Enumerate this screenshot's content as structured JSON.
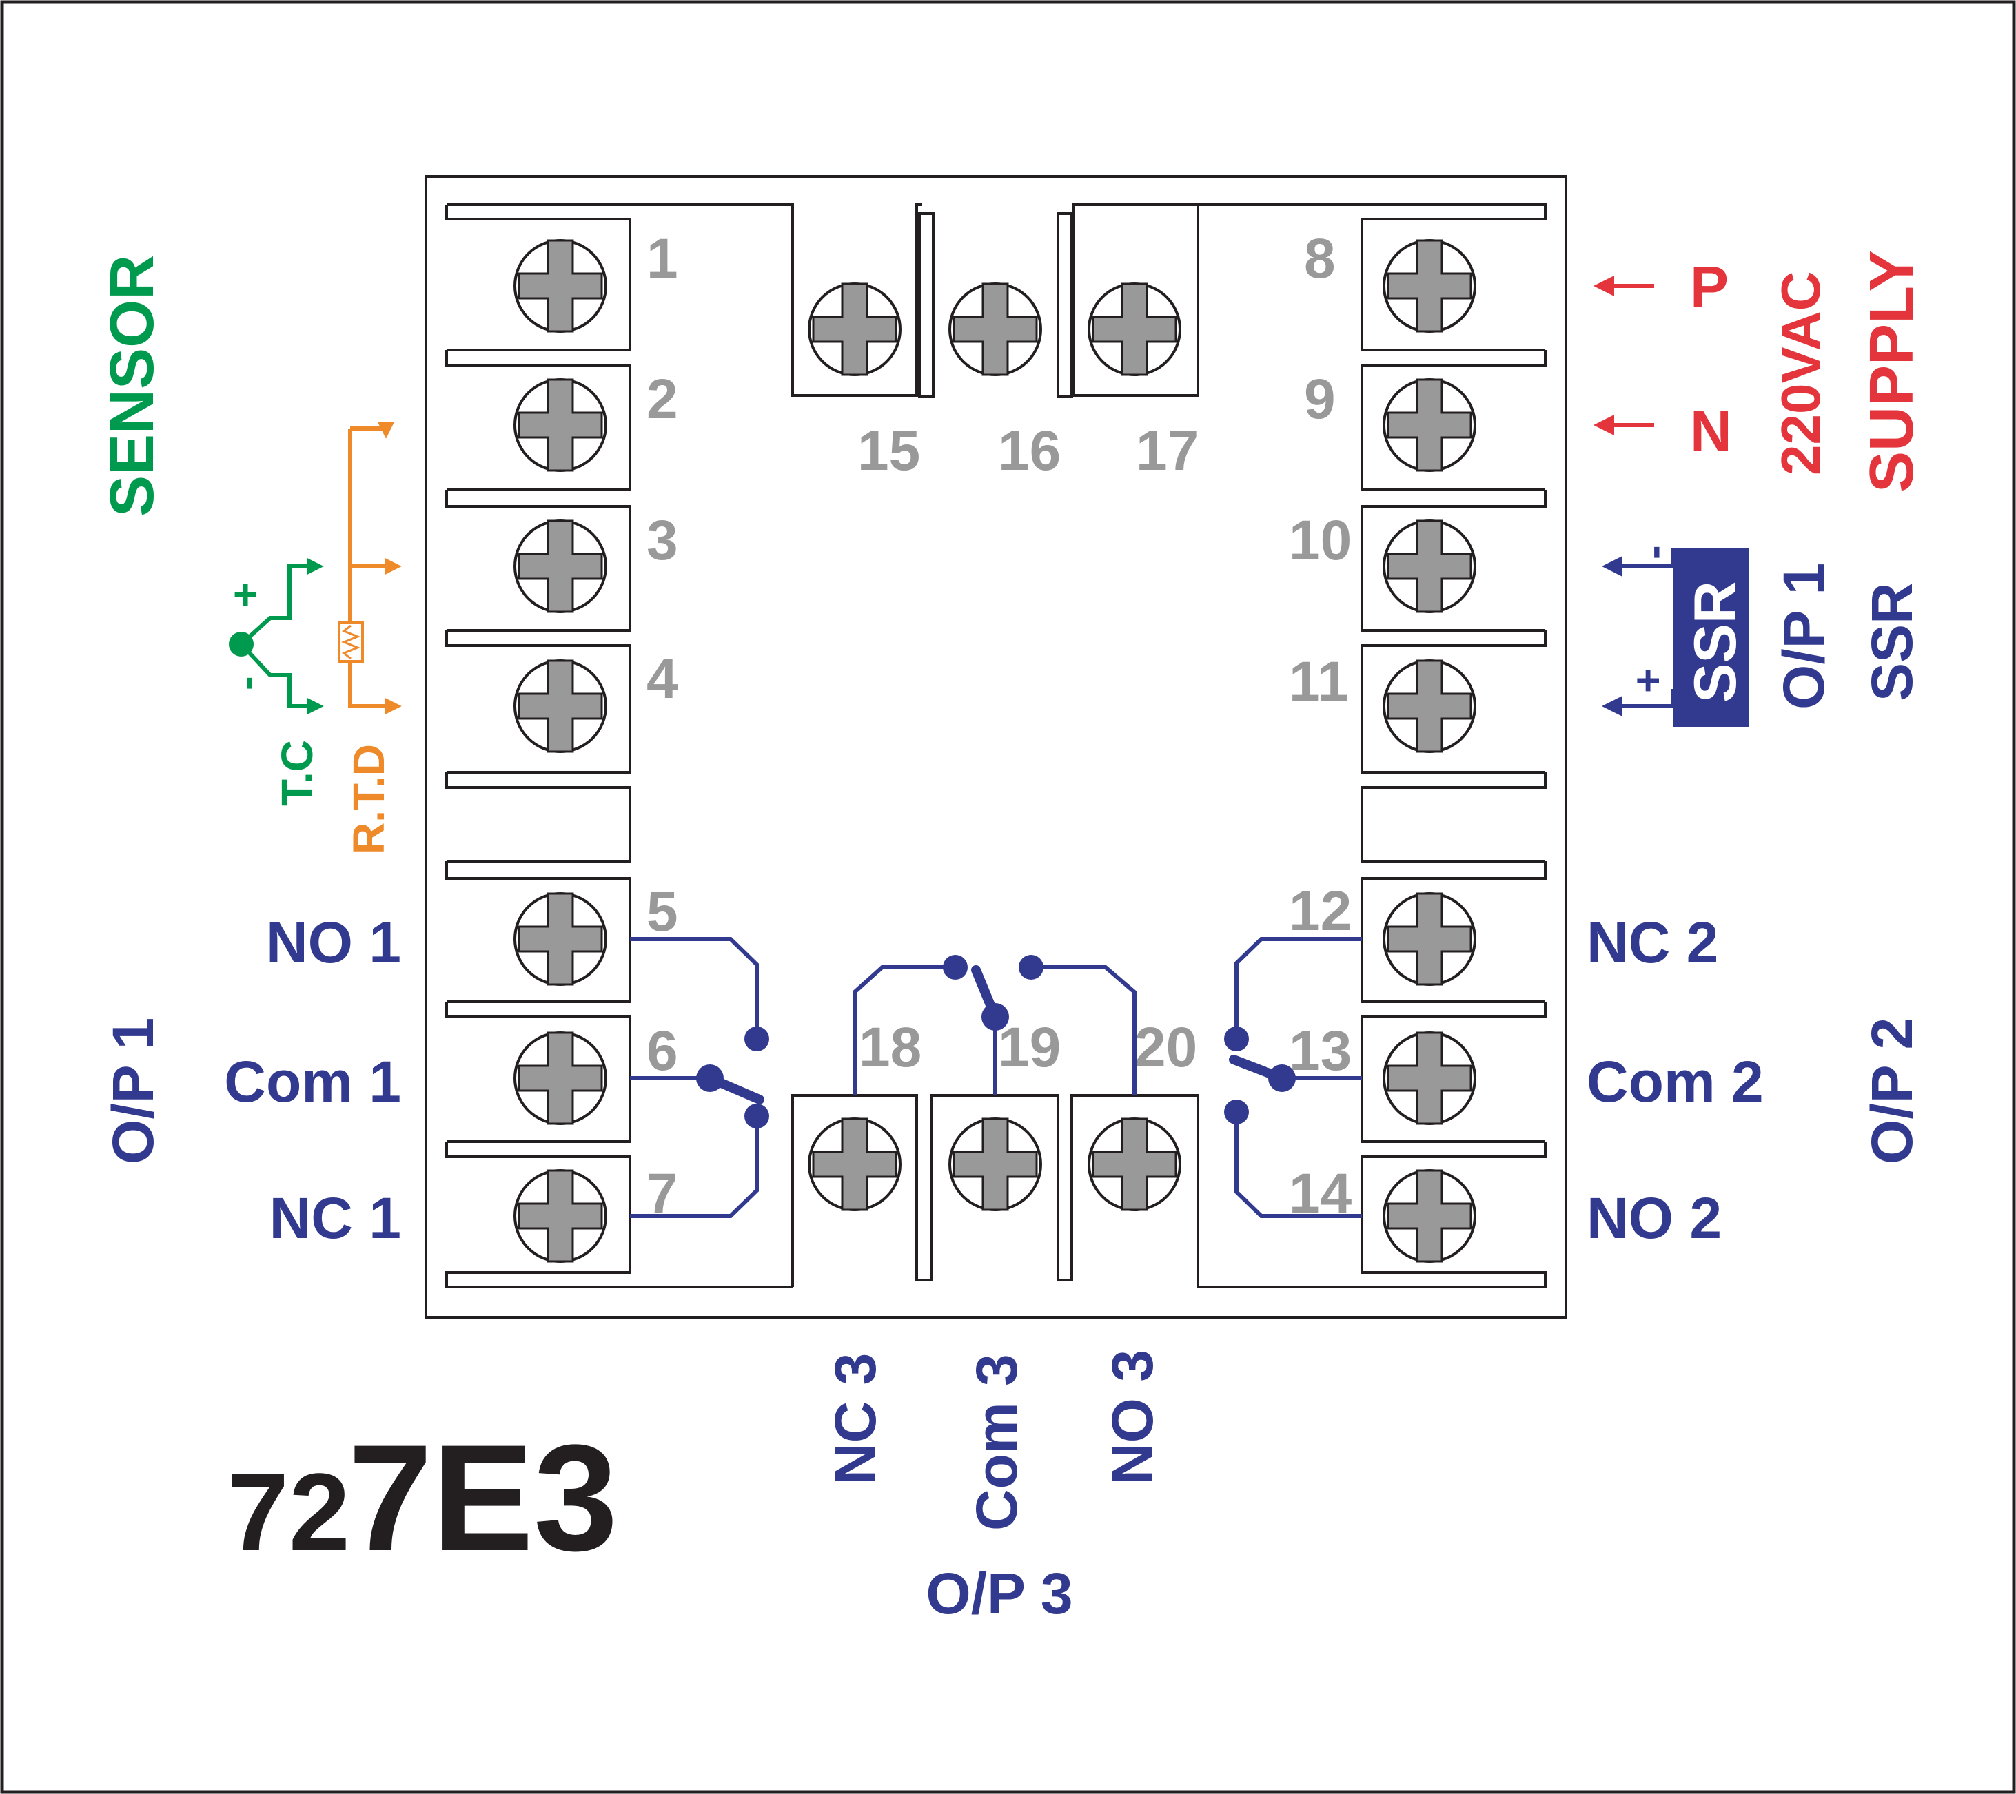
{
  "model": {
    "prefix": "72",
    "suffix": "7E3"
  },
  "sensor": {
    "title": "SENSOR",
    "tc_label": "T.C",
    "rtd_label": "R.T.D",
    "tc_plus": "+",
    "tc_minus": "-"
  },
  "supply": {
    "title": "SUPPLY",
    "voltage": "220VAC",
    "p_label": "P",
    "n_label": "N"
  },
  "ssr_output": {
    "box_label": "SSR",
    "op_label": "O/P 1",
    "type_label": "SSR",
    "minus": "-",
    "plus": "+"
  },
  "output1": {
    "group_label": "O/P 1",
    "no": "NO 1",
    "com": "Com 1",
    "nc": "NC 1"
  },
  "output2": {
    "group_label": "O/P 2",
    "nc": "NC 2",
    "com": "Com 2",
    "no": "NO 2"
  },
  "output3": {
    "group_label": "O/P 3",
    "nc": "NC 3",
    "com": "Com 3",
    "no": "NO 3"
  },
  "terminals": {
    "t1": "1",
    "t2": "2",
    "t3": "3",
    "t4": "4",
    "t5": "5",
    "t6": "6",
    "t7": "7",
    "t8": "8",
    "t9": "9",
    "t10": "10",
    "t11": "11",
    "t12": "12",
    "t13": "13",
    "t14": "14",
    "t15": "15",
    "t16": "16",
    "t17": "17",
    "t18": "18",
    "t19": "19",
    "t20": "20"
  },
  "colors": {
    "outline": "#231f20",
    "screw": "#999999",
    "relay": "#323a8f",
    "supply": "#e4343c",
    "sensor": "#009a4e",
    "rtd": "#ef8a2b"
  }
}
